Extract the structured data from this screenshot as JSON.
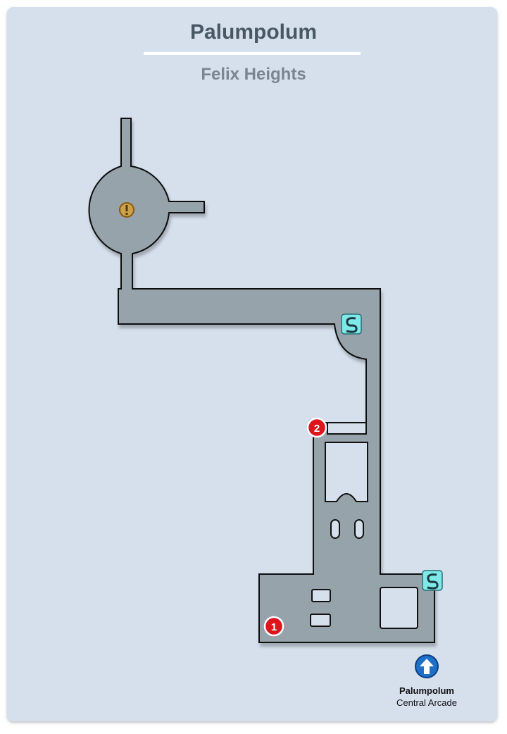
{
  "header": {
    "title": "Palumpolum",
    "subtitle": "Felix Heights"
  },
  "markers": [
    {
      "label": "1"
    },
    {
      "label": "2"
    }
  ],
  "icons": [
    "warning-icon",
    "save-point-icon",
    "save-point-icon",
    "exit-arrow-icon"
  ],
  "exit": {
    "name": "Palumpolum",
    "area": "Central Arcade"
  },
  "colors": {
    "floor": "#97a3ab",
    "background": "#d6e0ed",
    "marker": "#e0141c",
    "save": "#7fe8e8",
    "exit": "#1d6fc8",
    "warning": "#d89a2a"
  }
}
